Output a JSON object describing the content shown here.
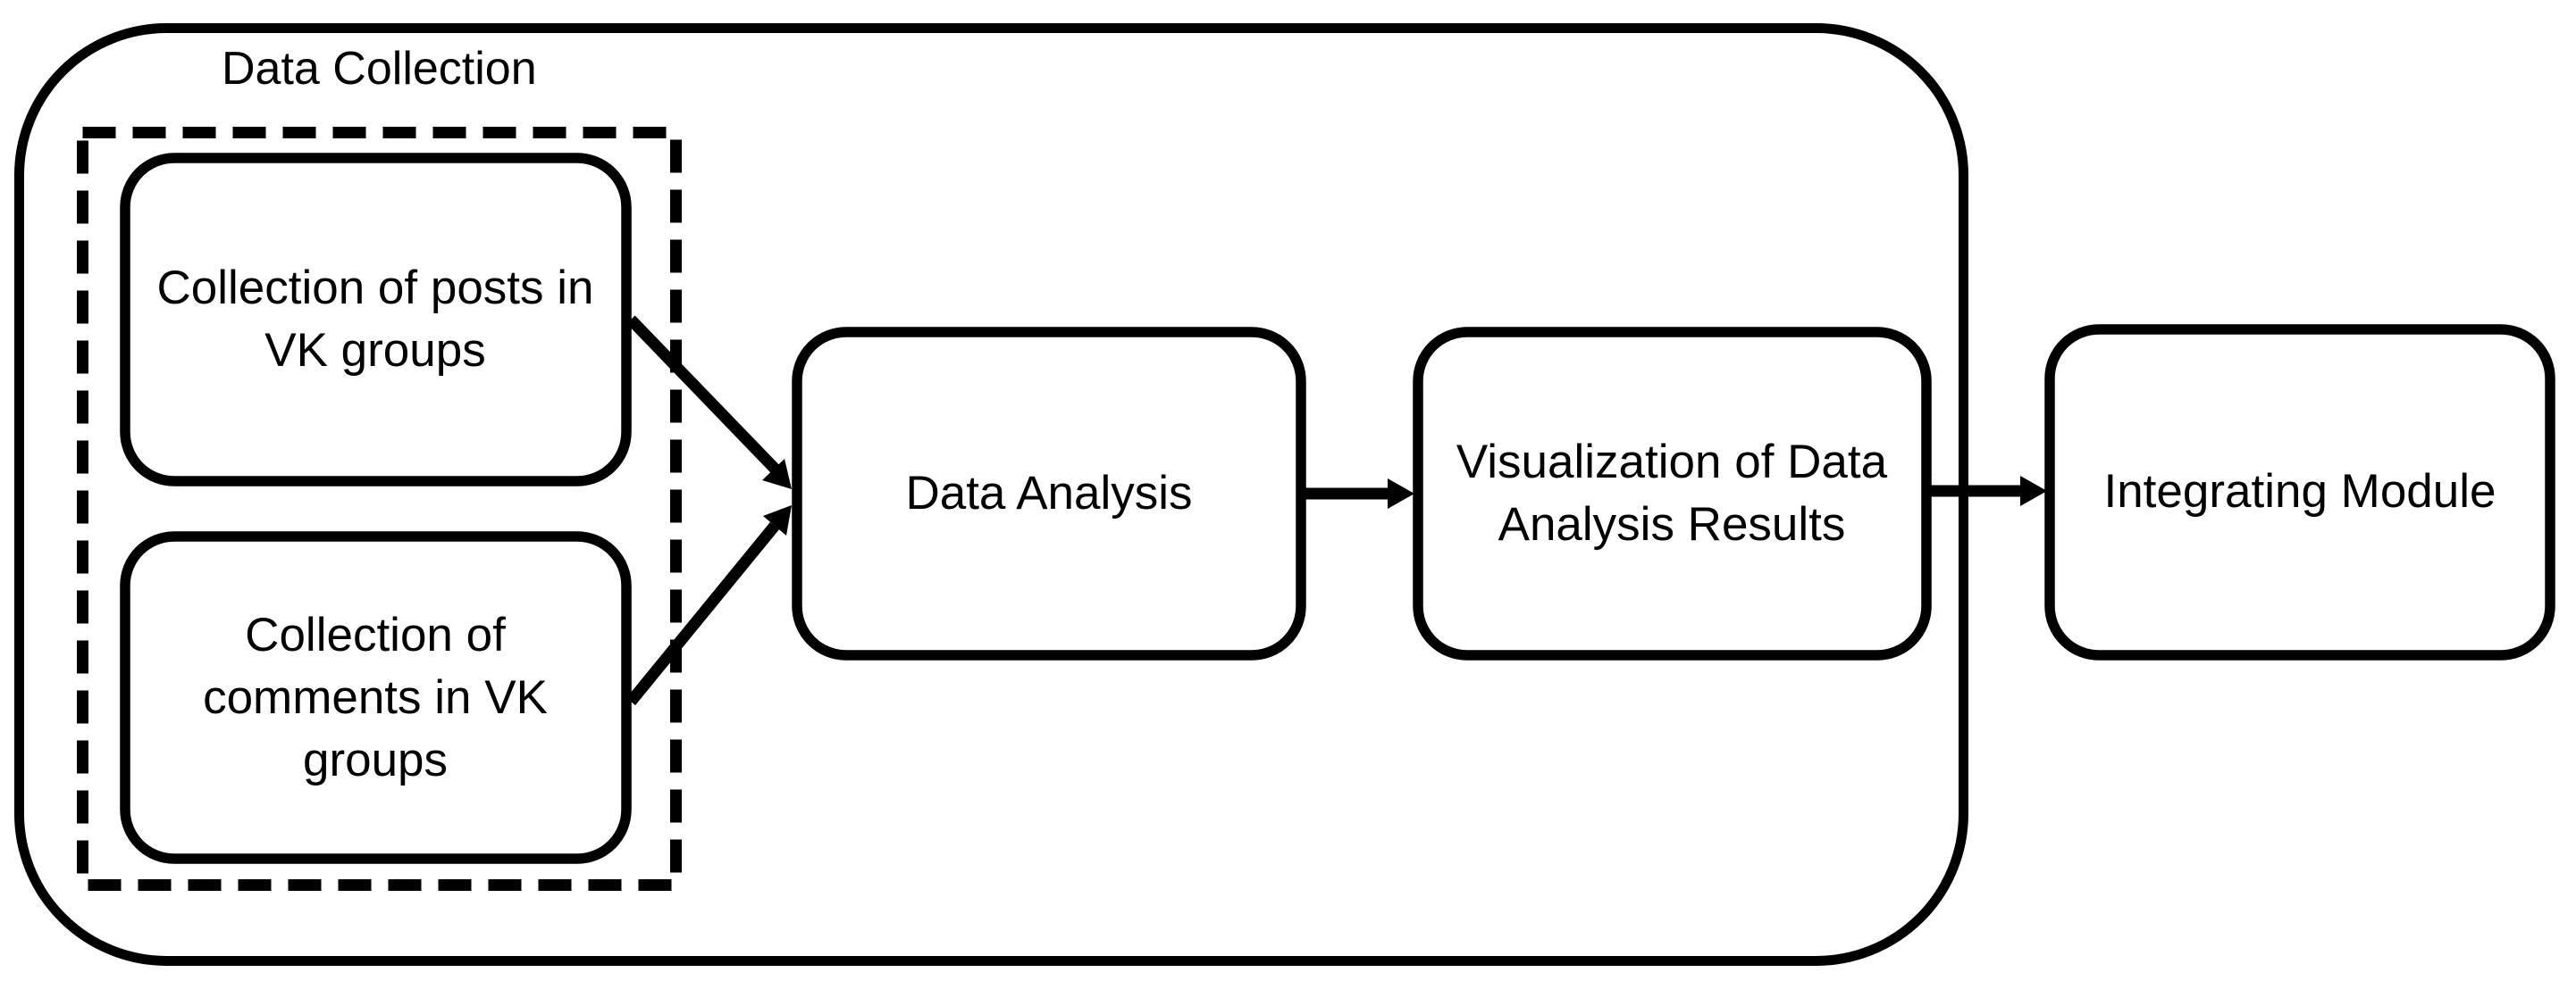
{
  "diagram": {
    "colors": {
      "ink": "#000000",
      "background": "#ffffff"
    },
    "container": {
      "label": "Data Collection"
    },
    "nodes": {
      "posts": {
        "label": "Collection of posts in VK groups",
        "lines": [
          "Collection of posts in",
          "VK groups"
        ]
      },
      "comments": {
        "label": "Collection of comments in VK groups",
        "lines": [
          "Collection of",
          "comments in VK",
          "groups"
        ]
      },
      "analysis": {
        "label": "Data Analysis",
        "lines": [
          "Data Analysis"
        ]
      },
      "visualization": {
        "label": "Visualization of Data Analysis Results",
        "lines": [
          "Visualization of Data",
          "Analysis Results"
        ]
      },
      "integrating": {
        "label": "Integrating Module",
        "lines": [
          "Integrating Module"
        ]
      }
    },
    "edges": [
      {
        "from": "posts",
        "to": "analysis"
      },
      {
        "from": "comments",
        "to": "analysis"
      },
      {
        "from": "analysis",
        "to": "visualization"
      },
      {
        "from": "visualization",
        "to": "integrating"
      }
    ]
  }
}
